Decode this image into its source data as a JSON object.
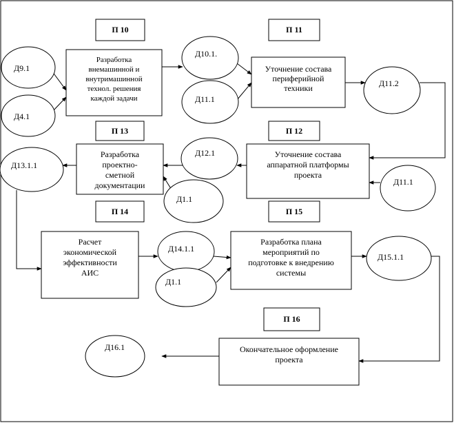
{
  "process_labels": {
    "p10": "П 10",
    "p11": "П 11",
    "p12": "П 12",
    "p13": "П 13",
    "p14": "П 14",
    "p15": "П 15",
    "p16": "П 16"
  },
  "tasks": {
    "p10": [
      "Разработка",
      "внемашинной и",
      "внутримашинной",
      "технол. решения",
      "каждой задачи"
    ],
    "p11": [
      "Уточнение состава",
      "периферийной",
      "техники"
    ],
    "p12": [
      "Уточнение состава",
      "аппаратной платформы",
      "проекта"
    ],
    "p13": [
      "Разработка",
      "проектно-",
      "сметной",
      "документации"
    ],
    "p14": [
      "Расчет",
      "экономической",
      "эффективности",
      "АИС"
    ],
    "p15": [
      "Разработка плана",
      "мероприятий по",
      "подготовке к внедрению",
      "системы"
    ],
    "p16": [
      "Окончательное оформление",
      "проекта"
    ]
  },
  "documents": {
    "d9_1": "Д9.1",
    "d4_1": "Д4.1",
    "d10_1": "Д10.1.",
    "d11_1_top": "Д11.1",
    "d11_2": "Д11.2",
    "d12_1": "Д12.1",
    "d1_1_a": "Д1.1",
    "d11_1_right": "Д11.1",
    "d13_1_1": "Д13.1.1",
    "d14_1_1": "Д14.1.1",
    "d1_1_b": "Д1.1",
    "d15_1_1": "Д15.1.1",
    "d16_1": "Д16.1"
  }
}
